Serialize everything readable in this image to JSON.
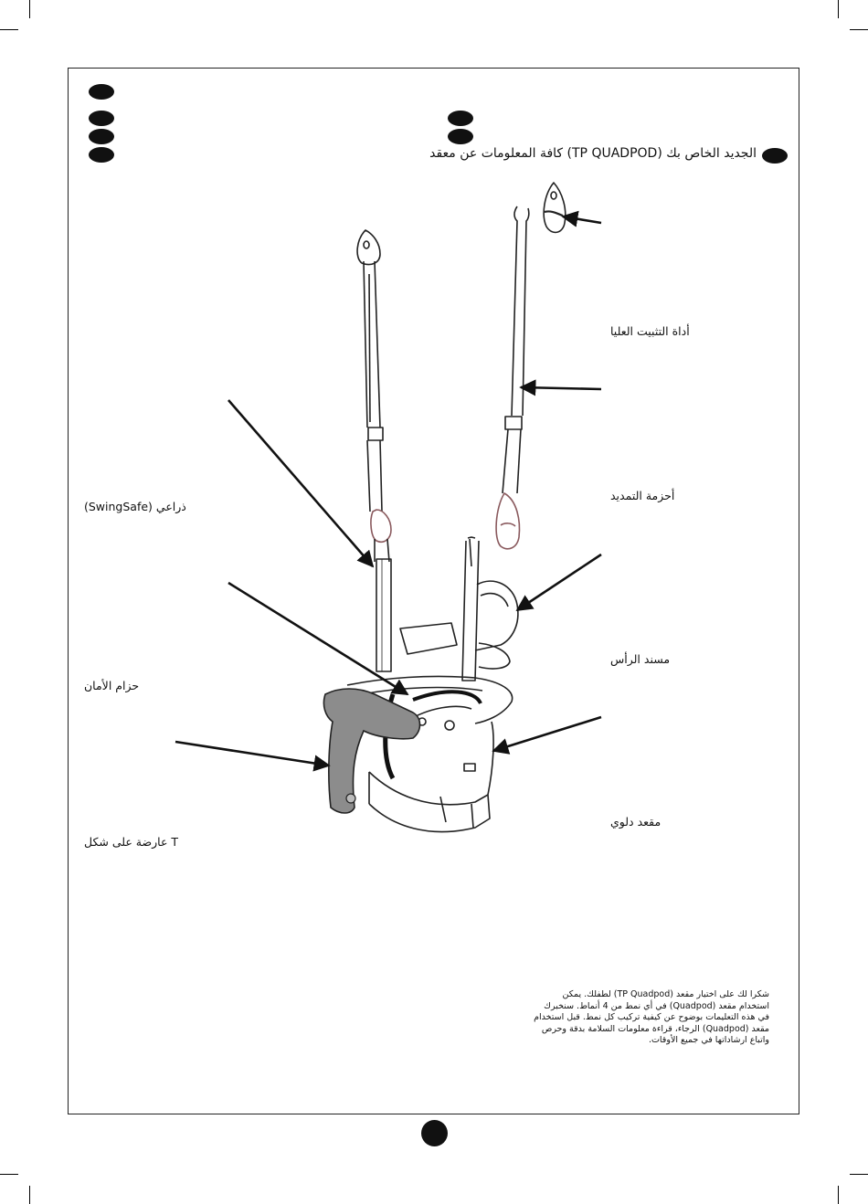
{
  "title": "كافة المعلومات عن معقد (TP QUADPOD) الجديد الخاص بك",
  "labels": {
    "top_fixing": "أداة التثبيت العليا",
    "extension_strap": "أحزمة التمديد",
    "swingsafe_arm": "(SwingSafe) ذراعي",
    "headrest": "مسند الرأس",
    "safety_harness": "حزام الأمان",
    "swing_seat": "مقعد دلوي",
    "t_bar": "عارضة على شكل T"
  },
  "intro_lines": [
    "شكرا لك على اختيار مقعد (TP Quadpod) لطفلك. يمكن",
    "استخدام مقعد (Quadpod) في أي نمط من 4 أنماط. سنخبرك",
    "في هذه التعليمات بوضوح عن كيفية تركيب كل نمط. قبل استخدام",
    "مقعد (Quadpod) الرجاء، قراءة معلومات السلامة بدقة وحرص",
    "واتباع ارشاداتها في جميع الأوقات."
  ],
  "colors": {
    "t_bar_fill": "#8c8c8c",
    "strap_accent": "#c4a3a6",
    "ink": "#111111"
  }
}
